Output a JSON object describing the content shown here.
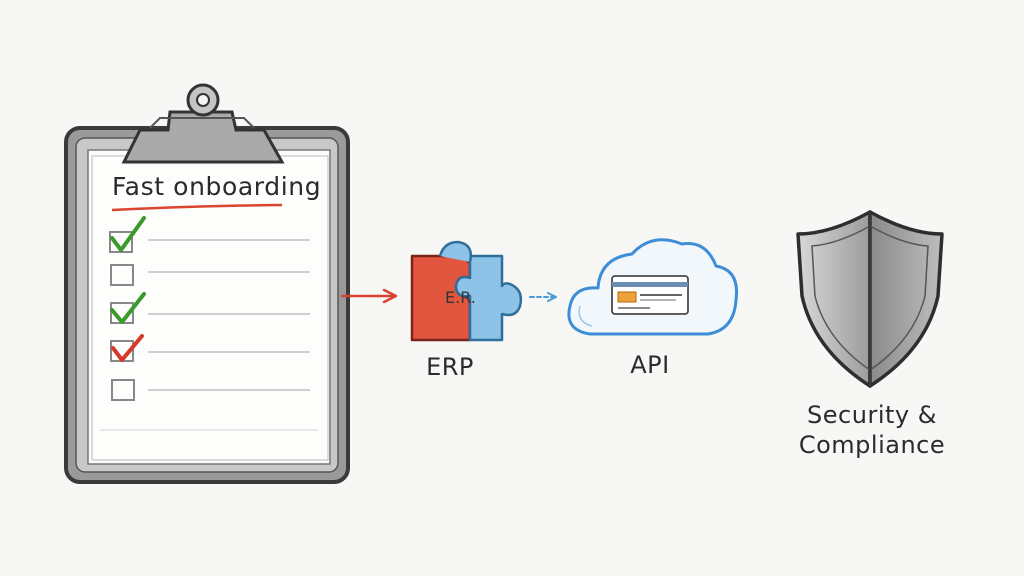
{
  "checklist": {
    "title": "Fast onboarding",
    "items": [
      {
        "status": "checked",
        "color": "#3a9a2c"
      },
      {
        "status": "unchecked",
        "color": "#888888"
      },
      {
        "status": "checked",
        "color": "#3a9a2c"
      },
      {
        "status": "checked",
        "color": "#d33a2c"
      },
      {
        "status": "unchecked",
        "color": "#888888"
      }
    ]
  },
  "erp": {
    "label": "ERP",
    "piece_text": "E.R."
  },
  "api": {
    "label": "API"
  },
  "security": {
    "label_line1": "Security &",
    "label_line2": "Compliance"
  },
  "colors": {
    "arrow_red": "#d9452f",
    "arrow_blue": "#4a9bd6",
    "puzzle_red": "#e2553f",
    "puzzle_blue": "#8cc3e6",
    "cloud_stroke": "#3d8ed6",
    "underline_red": "#d9452f"
  }
}
